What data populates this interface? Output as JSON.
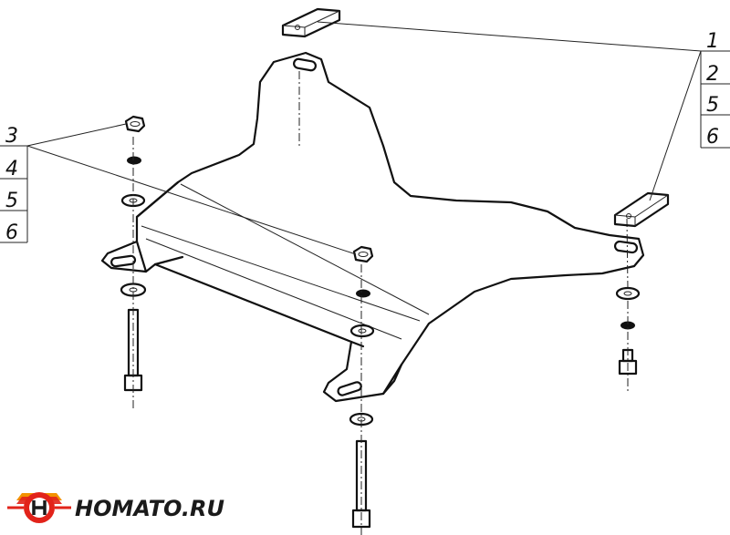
{
  "callouts": {
    "right": [
      "1",
      "2",
      "5",
      "6"
    ],
    "left": [
      "3",
      "4",
      "5",
      "6"
    ]
  },
  "brand": {
    "name": "HOMATO.RU",
    "colors": {
      "red": "#e2231a",
      "orange": "#f39200",
      "dark": "#1a1a1a"
    }
  }
}
